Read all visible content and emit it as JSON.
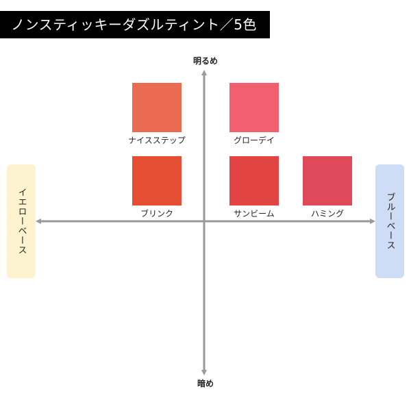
{
  "title": "ノンスティッキーダズルティント／5色",
  "axes": {
    "top": "明るめ",
    "bottom": "暗め",
    "left": "イエローベース",
    "right": "ブルーベース"
  },
  "swatches": [
    {
      "name": "ナイスステップ",
      "color": "#eb6b52"
    },
    {
      "name": "グローデイ",
      "color": "#f2606f"
    },
    {
      "name": "ブリンク",
      "color": "#e54e33"
    },
    {
      "name": "サンビーム",
      "color": "#e24444"
    },
    {
      "name": "ハミング",
      "color": "#de4a5a"
    }
  ],
  "colors": {
    "axis": "#999999",
    "yellow_base_bg": "#fdf3cf",
    "blue_base_bg": "#cfdcf6",
    "title_bg": "#000000"
  }
}
